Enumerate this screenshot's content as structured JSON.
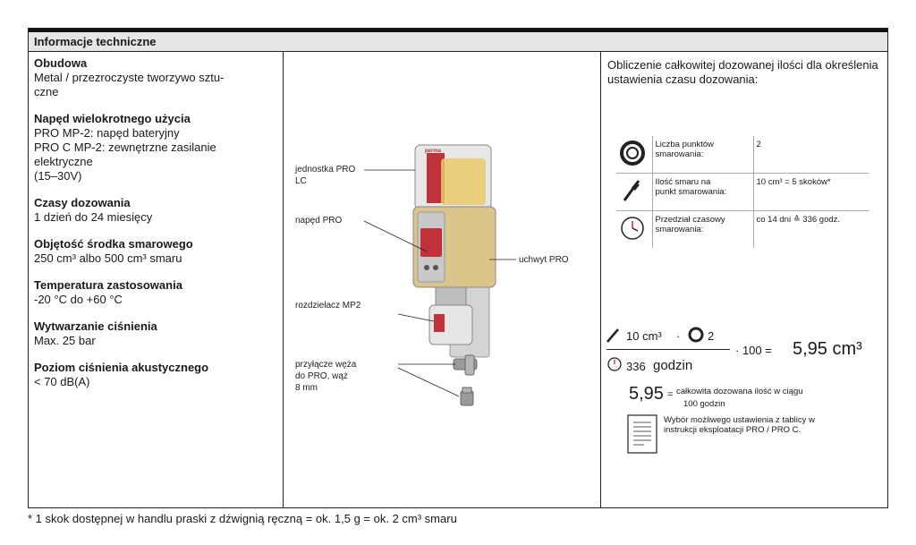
{
  "header": {
    "title": "Informacje techniczne"
  },
  "left": {
    "sections": [
      {
        "title": "Obudowa",
        "lines": [
          "Metal / przezroczyste tworzywo sztu-",
          "czne"
        ]
      },
      {
        "title": "Napęd wielokrotnego użycia",
        "lines": [
          "PRO MP-2: napęd bateryjny",
          "PRO C MP-2: zewnętrzne zasilanie",
          "elektryczne",
          "(15–30V)"
        ]
      },
      {
        "title": "Czasy dozowania",
        "lines": [
          "1 dzień do 24 miesięcy"
        ]
      },
      {
        "title": "Objętość środka smarowego",
        "lines": [
          "250 cm³ albo 500 cm³ smaru"
        ]
      },
      {
        "title": "Temperatura zastosowania",
        "lines": [
          "-20 °C do +60 °C"
        ]
      },
      {
        "title": "Wytwarzanie ciśnienia",
        "lines": [
          "Max. 25 bar"
        ]
      },
      {
        "title": "Poziom ciśnienia akustycznego",
        "lines": [
          "< 70 dB(A)"
        ]
      }
    ]
  },
  "middle": {
    "callouts": {
      "unit": "jednostka PRO\nLC",
      "drive": "napęd PRO",
      "bracket": "uchwyt PRO",
      "distributor": "rozdzielacz MP2",
      "connector": "przyłącze węża\ndo PRO, wąż\n8 mm"
    },
    "device_brand": "perma"
  },
  "right": {
    "intro": "Obliczenie całkowitej dozowanej ilości dla określenia ustawienia czasu dozowania:",
    "table": [
      {
        "icon": "bearing-icon",
        "label": "Liczba punktów\nsmarowania:",
        "value": "2"
      },
      {
        "icon": "grease-gun-icon",
        "label": "Ilość smaru na\npunkt smarowania:",
        "value": "10 cm³  = 5 skoków*"
      },
      {
        "icon": "clock-icon",
        "label": "Przedział czasowy\nsmarowania:",
        "value": "co 14 dni ≙ 336 godz."
      }
    ],
    "formula": {
      "grease": "10 cm³",
      "dot": "·",
      "points": "2",
      "hours_num": "336",
      "hours_unit": "godzin",
      "multiplier": "· 100 =",
      "result": "5,95 cm³"
    },
    "result_value": "5,95",
    "result_eq": "=",
    "result_text_1": "całkowita dozowana ilość w ciągu",
    "result_text_2": "100 godzin",
    "note": "Wybór możliwego ustawienia z tablicy w\ninstrukcji eksploatacji PRO / PRO C."
  },
  "footnote": "* 1 skok dostępnej w handlu praski z dźwignią ręczną = ok. 1,5 g = ok. 2 cm³ smaru",
  "colors": {
    "unit_red": "#c0313a",
    "grease_yellow": "#e7c96a",
    "housing_gray": "#c8c8c8"
  }
}
